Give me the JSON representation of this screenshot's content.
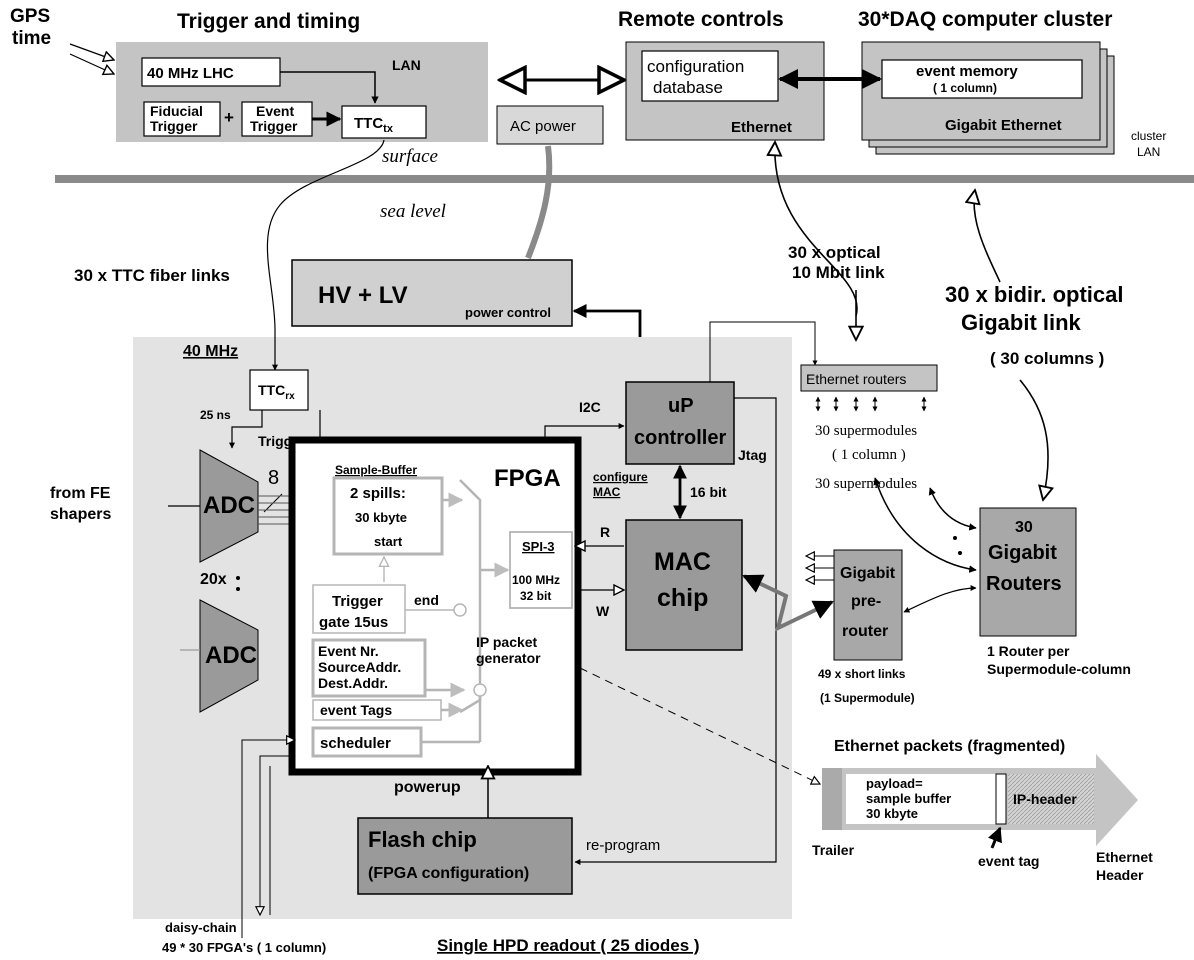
{
  "top": {
    "gps": [
      "GPS",
      "time"
    ],
    "trigger_title": "Trigger and timing",
    "lhc_box": "40 MHz LHC",
    "lan": "LAN",
    "fiducial_trigger": [
      "Fiducial",
      "Trigger"
    ],
    "plus": "+",
    "event_trigger": [
      "Event",
      "Trigger"
    ],
    "ttc_tx": "TTC",
    "ttc_tx_sub": "tx",
    "surface": "surface",
    "sea_level": "sea level",
    "ac_power": "AC power",
    "remote_title": "Remote controls",
    "config_db": [
      "configuration",
      "database"
    ],
    "remote_ethernet": "Ethernet",
    "daq_title": "30*DAQ computer cluster",
    "event_memory": "event memory",
    "event_memory_sub": "( 1 column)",
    "gigabit_ethernet": "Gigabit Ethernet",
    "cluster_lan": [
      "cluster",
      "LAN"
    ]
  },
  "links": {
    "ttc_fiber": "30 x TTC fiber links",
    "optical_10m": [
      "30 x optical",
      "10 Mbit link"
    ],
    "bidir_optical": [
      "30 x bidir. optical",
      "Gigabit link"
    ],
    "columns": "( 30 columns )"
  },
  "hvlv": {
    "label": "HV + LV",
    "power_control": "power control"
  },
  "board": {
    "freq": "40 MHz",
    "ttc_rx": "TTC",
    "ttc_rx_sub": "rx",
    "ns25": "25 ns",
    "trigger": "Trigger",
    "from_fe": [
      "from FE",
      "shapers"
    ],
    "adc1": "ADC",
    "adc2": "ADC",
    "eight": "8",
    "twenty_x": "20x",
    "fpga": "FPGA",
    "sample_buffer": "Sample-Buffer",
    "spills": [
      "2 spills:",
      "30 kbyte",
      "start"
    ],
    "trigger_gate": [
      "Trigger",
      "gate 15us"
    ],
    "end": "end",
    "event_nr": [
      "Event Nr.",
      "SourceAddr.",
      "Dest.Addr."
    ],
    "event_tags": "event Tags",
    "scheduler": "scheduler",
    "ip_packet": [
      "IP packet",
      "generator"
    ],
    "spi3": "SPI-3",
    "spi_speed": [
      "100 MHz",
      "32 bit"
    ],
    "r": "R",
    "w": "W",
    "configure_mac": [
      "configure",
      "MAC"
    ],
    "i2c": "I2C",
    "up_controller": [
      "uP",
      "controller"
    ],
    "jtag": "Jtag",
    "bits16": "16 bit",
    "mac_chip": [
      "MAC",
      "chip"
    ],
    "powerup": "powerup",
    "flash_chip": "Flash chip",
    "flash_config": "(FPGA configuration)",
    "reprogram": "re-program",
    "daisy_chain": [
      "daisy-chain",
      "49 * 30 FPGA's ( 1 column)"
    ],
    "footer": "Single HPD readout ( 25 diodes )"
  },
  "network": {
    "ethernet_routers": "Ethernet routers",
    "supermodules_1": [
      "30 supermodules",
      "( 1 column )"
    ],
    "supermodules_2": "30 supermodules",
    "gigabit_prerouter": [
      "Gigabit",
      "pre-",
      "router"
    ],
    "short_links": [
      "49 x short links",
      "(1 Supermodule)"
    ],
    "gigabit_routers": [
      "30",
      "Gigabit",
      "Routers"
    ],
    "router_note": [
      "1 Router per",
      "Supermodule-column"
    ]
  },
  "packets": {
    "title": "Ethernet packets (fragmented)",
    "payload": [
      "payload=",
      "sample buffer",
      "30 kbyte"
    ],
    "ip_header": "IP-header",
    "trailer": "Trailer",
    "event_tag": "event tag",
    "eth_header": [
      "Ethernet",
      "Header"
    ]
  },
  "colors": {
    "panel": "#c4c4c4",
    "board": "#e3e3e3",
    "dark_box": "#9a9a9a",
    "divider": "#8a8a8a"
  }
}
